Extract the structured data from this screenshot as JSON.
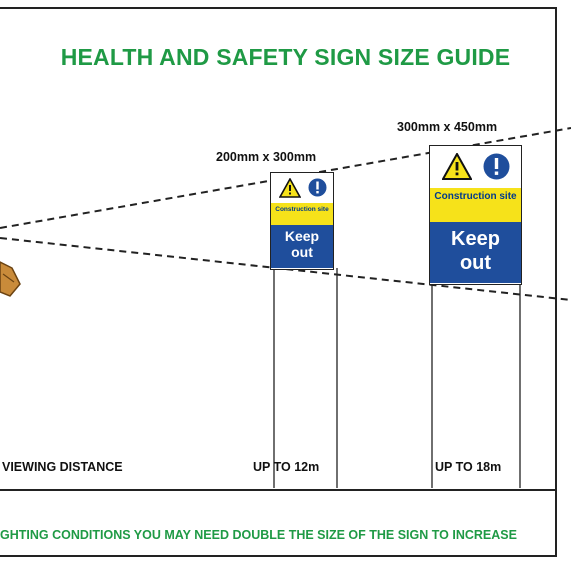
{
  "title": "HEALTH AND SAFETY SIGN SIZE GUIDE",
  "signs": [
    {
      "size_label": "200mm x 300mm",
      "warning_text": "Construction site",
      "message": "Keep out",
      "distance_label": "UP TO 12m"
    },
    {
      "size_label": "300mm x 450mm",
      "warning_text": "Construction site",
      "message": "Keep out",
      "distance_label": "UP TO 18m"
    }
  ],
  "viewing_label": "VIEWING DISTANCE",
  "footer": "GHTING CONDITIONS YOU MAY NEED DOUBLE THE SIZE OF THE SIGN TO INCREASE",
  "colors": {
    "green": "#1f9a45",
    "yellow": "#f6e21a",
    "blue": "#1f4e9c",
    "dark_blue": "#003a8c"
  },
  "icons": [
    "warning-triangle-icon",
    "mandatory-info-icon",
    "eye-icon"
  ]
}
